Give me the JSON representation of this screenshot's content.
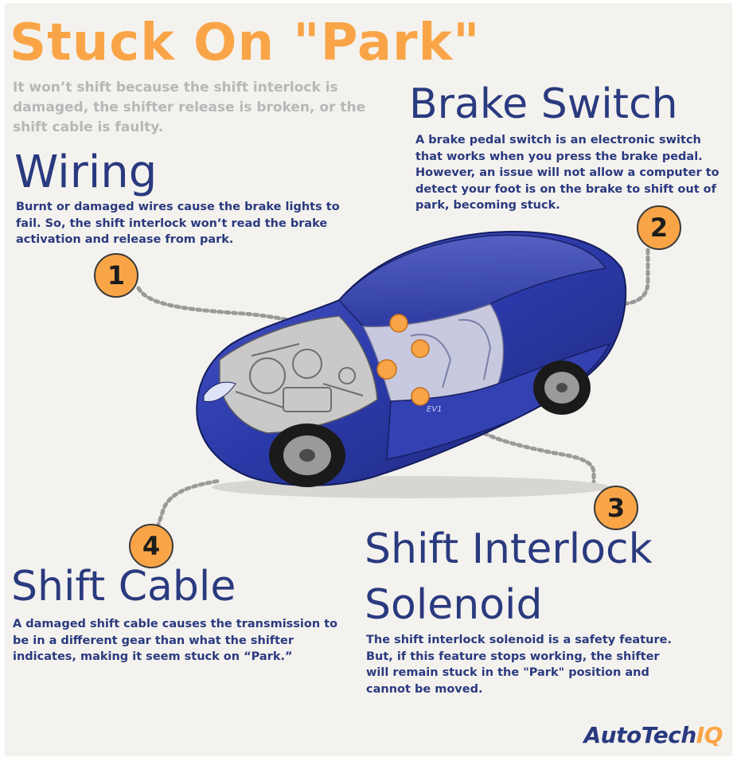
{
  "title": "Stuck On \"Park\"",
  "subtitle": "It won’t shift because the shift interlock is damaged, the shifter release is broken, or the shift cable is faulty.",
  "sections": {
    "wiring": {
      "number": "1",
      "heading": "Wiring",
      "text": "Burnt or damaged wires cause the brake lights to fail. So, the shift interlock won’t read the brake activation and release from park."
    },
    "brake_switch": {
      "number": "2",
      "heading": "Brake Switch",
      "text": "A brake pedal switch is an electronic switch that works when you press the brake pedal. However, an issue will not allow a computer to detect your foot is on the brake to shift out of park, becoming stuck."
    },
    "shift_interlock": {
      "number": "3",
      "heading_line1": "Shift Interlock",
      "heading_line2": "Solenoid",
      "text": "The shift interlock solenoid is a safety feature. But, if this feature stops working, the shifter will remain stuck in the \"Park\" position and cannot be moved."
    },
    "shift_cable": {
      "number": "4",
      "heading": "Shift Cable",
      "text": "A damaged shift cable causes the transmission to be in a different gear than what the shifter indicates, making it seem stuck on “Park.”"
    }
  },
  "logo": {
    "part1": "AutoTech",
    "part2": "IQ"
  },
  "car_label": "EV1",
  "colors": {
    "accent": "#f9a547",
    "heading": "#2a3a7f",
    "subtitle": "#b7b7b7",
    "background": "#f4f2ee",
    "car_body": "#2b39a8",
    "connector": "#9a9a9a"
  }
}
